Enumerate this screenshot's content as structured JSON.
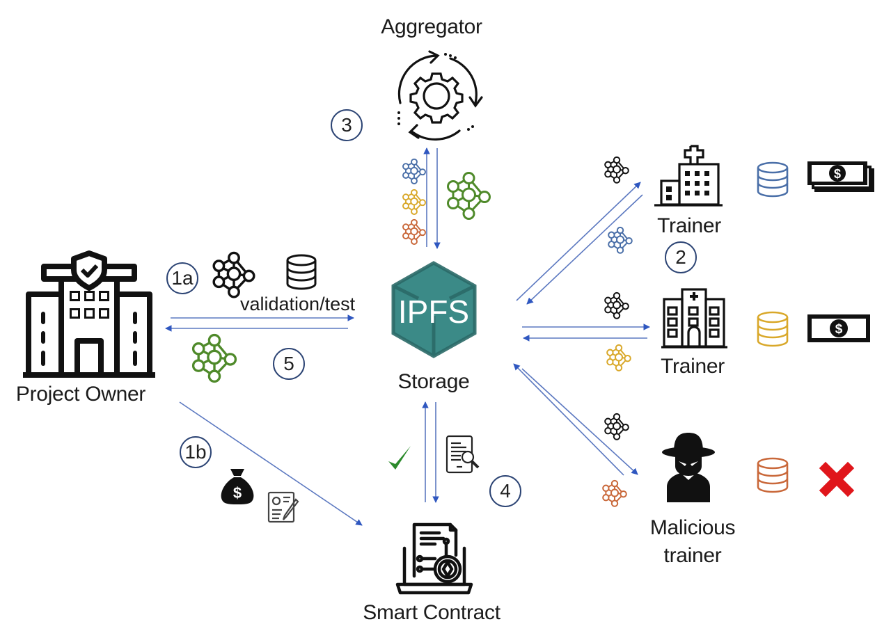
{
  "diagram": {
    "nodes": {
      "aggregator": {
        "label": "Aggregator"
      },
      "storage": {
        "label": "Storage",
        "logo_text": "IPFS"
      },
      "project_owner": {
        "label": "Project Owner"
      },
      "smart_contract": {
        "label": "Smart Contract"
      },
      "trainer_1": {
        "label": "Trainer"
      },
      "trainer_2": {
        "label": "Trainer"
      },
      "malicious_trainer": {
        "label_line1": "Malicious",
        "label_line2": "trainer"
      }
    },
    "steps": {
      "s1a": "1a",
      "s1b": "1b",
      "s2": "2",
      "s3": "3",
      "s4": "4",
      "s5": "5"
    },
    "annotations": {
      "validation_test": "validation/test"
    },
    "colors": {
      "arrow": "#3a5fb8",
      "step_circle": "#2c4474",
      "ipfs_teal": "#3b8a87",
      "model_blue": "#4a6fa8",
      "model_yellow": "#d9a82a",
      "model_orange": "#c9683a",
      "model_green": "#4f8a2a",
      "reject_red": "#e0161b",
      "check_green": "#2b8a2b"
    },
    "icons": [
      "gear-cycle-icon",
      "ipfs-cube-icon",
      "building-shield-icon",
      "smart-contract-laptop-icon",
      "hospital-icon",
      "spy-icon",
      "neural-network-icon",
      "database-icon",
      "money-bill-icon",
      "money-bag-icon",
      "contract-edit-icon",
      "document-search-icon",
      "checkmark-icon",
      "cross-icon"
    ]
  }
}
